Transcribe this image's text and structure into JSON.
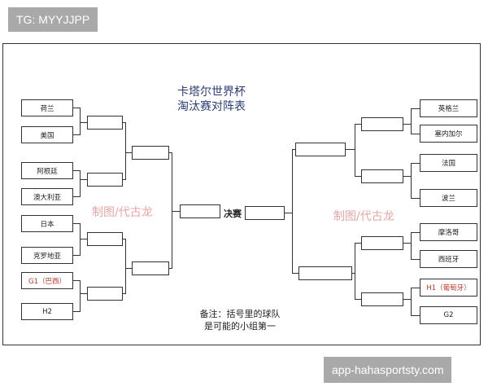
{
  "overlay": {
    "tag": "TG: MYYJJPP",
    "url": "app-hahasportsty.com"
  },
  "diagram": {
    "title_line1": "卡塔尔世界杯",
    "title_line2": "淘汰赛对阵表",
    "watermark": "制图/代古龙",
    "final_label": "决赛",
    "note_line1": "备注：括号里的球队",
    "note_line2": "是可能的小组第一",
    "left_teams": [
      "荷兰",
      "美国",
      "阿根廷",
      "澳大利亚",
      "日本",
      "克罗地亚",
      "G1（巴西）",
      "H2"
    ],
    "right_teams": [
      "英格兰",
      "塞内加尔",
      "法国",
      "波兰",
      "摩洛哥",
      "西班牙",
      "H1（葡萄牙）",
      "G2"
    ],
    "highlight_color": "#c0392b"
  }
}
